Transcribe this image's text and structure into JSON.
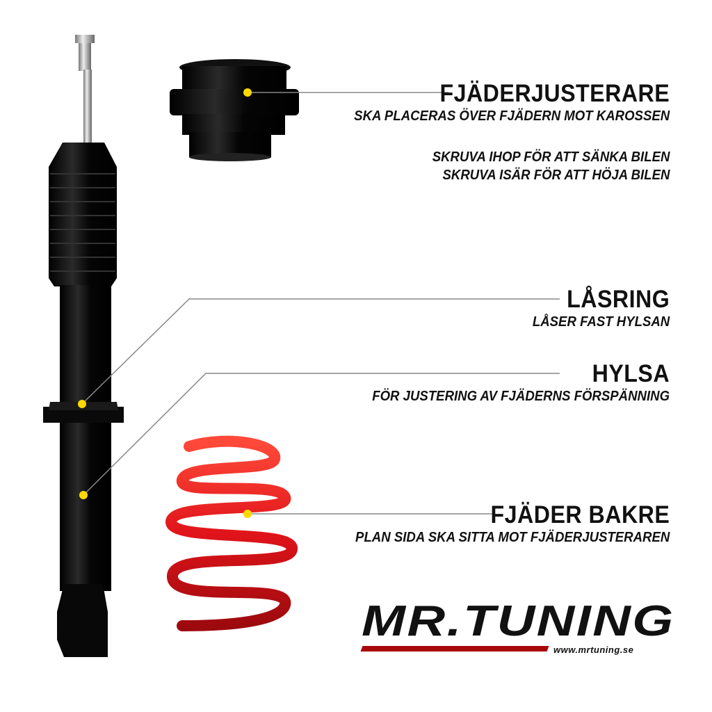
{
  "labels": [
    {
      "title": "FJÄDERJUSTERARE",
      "lines": [
        "SKA PLACERAS ÖVER FJÄDERN MOT KAROSSEN"
      ]
    },
    {
      "note_lines": [
        "SKRUVA IHOP FÖR ATT SÄNKA BILEN",
        "SKRUVA ISÄR FÖR ATT HÖJA BILEN"
      ]
    },
    {
      "title": "LÅSRING",
      "lines": [
        "LÅSER FAST HYLSAN"
      ]
    },
    {
      "title": "HYLSA",
      "lines": [
        "FÖR JUSTERING AV FJÄDERNS FÖRSPÄNNING"
      ]
    },
    {
      "title": "FJÄDER BAKRE",
      "lines": [
        "PLAN SIDA SKA SITTA MOT FJÄDERJUSTERAREN"
      ]
    }
  ],
  "logo": {
    "name": "MR.TUNING",
    "url": "www.mrtuning.se"
  },
  "colors": {
    "marker": "#ffd800",
    "spring": "#e0141a",
    "logo_bar": "#a8080c",
    "leader": "#888888"
  }
}
